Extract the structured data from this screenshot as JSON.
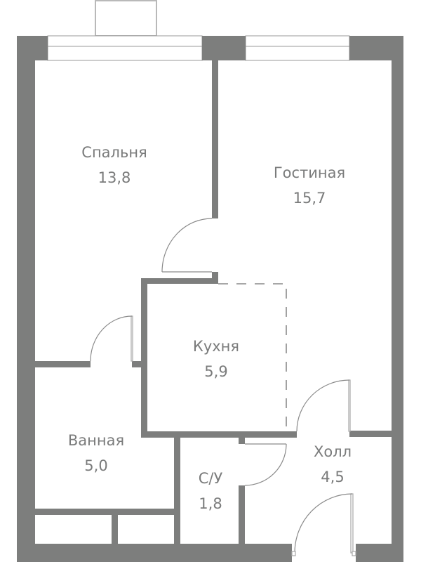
{
  "plan": {
    "colors": {
      "wall": "#7d7e7d",
      "text": "#7a7b7b",
      "background": "#ffffff"
    },
    "rooms": [
      {
        "id": "bedroom",
        "name": "Спальня",
        "area": "13,8"
      },
      {
        "id": "living",
        "name": "Гостиная",
        "area": "15,7"
      },
      {
        "id": "kitchen",
        "name": "Кухня",
        "area": "5,9"
      },
      {
        "id": "bathroom",
        "name": "Ванная",
        "area": "5,0"
      },
      {
        "id": "wc",
        "name": "С/У",
        "area": "1,8"
      },
      {
        "id": "hall",
        "name": "Холл",
        "area": "4,5"
      }
    ]
  }
}
